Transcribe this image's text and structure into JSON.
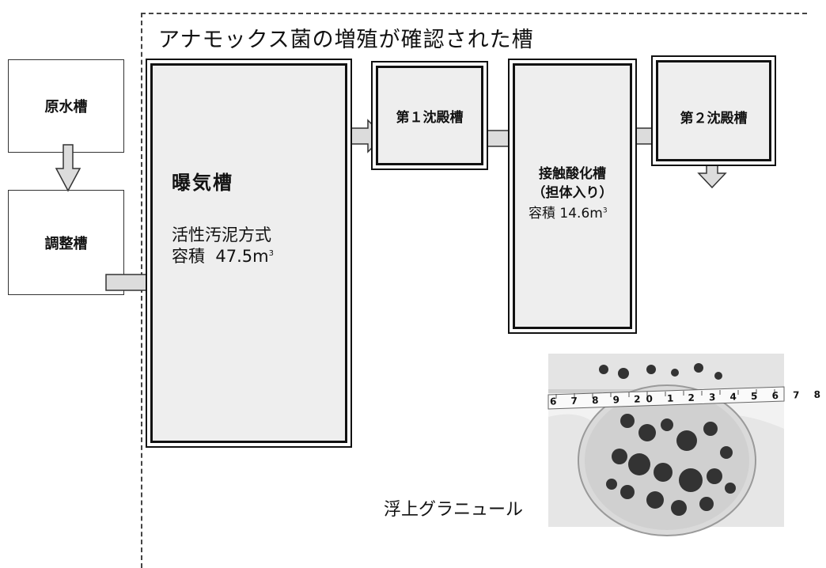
{
  "region_title": "アナモックス菌の増殖が確認された槽",
  "raw_tank": "原水槽",
  "equalization_tank": "調整槽",
  "aeration": {
    "title": "曝気槽",
    "method": "活性汚泥方式",
    "volume_label": "容積",
    "volume_value": "47.5m",
    "volume_unit_sup": "3"
  },
  "first_settling": "第１沈殿槽",
  "contact": {
    "title": "接触酸化槽",
    "sub": "（担体入り）",
    "volume_label": "容積",
    "volume_value": "14.6m",
    "volume_unit_sup": "3"
  },
  "second_settling": "第２沈殿槽",
  "photo": {
    "label": "浮上グラニュール",
    "ruler_numbers": "6 7 8 9 20 1 2 3 4 5 6 7 8"
  }
}
